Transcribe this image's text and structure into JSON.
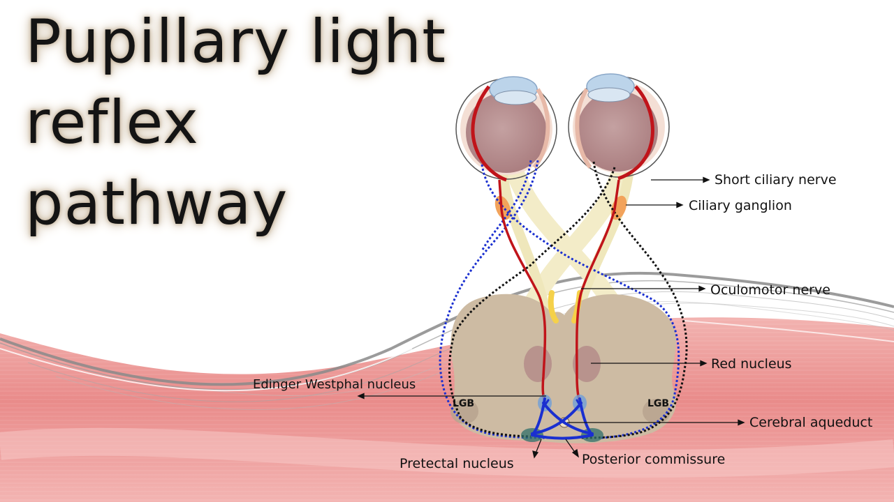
{
  "title": {
    "line1": "Pupillary light",
    "line2": "reflex",
    "line3": "pathway"
  },
  "labels": {
    "short_ciliary_nerve": "Short ciliary nerve",
    "ciliary_ganglion": "Ciliary ganglion",
    "oculomotor_nerve": "Oculomotor nerve",
    "red_nucleus": "Red nucleus",
    "edinger_westphal_nucleus": "Edinger Westphal nucleus",
    "cerebral_aqueduct": "Cerebral aqueduct",
    "pretectal_nucleus": "Pretectal nucleus",
    "posterior_commissure": "Posterior commissure",
    "lgb_left": "LGB",
    "lgb_right": "LGB"
  },
  "colors": {
    "red_pathway": "#c0141a",
    "blue_pathway": "#1a2fd0",
    "black_pathway": "#111111",
    "optic_nerve": "#f3ecc8",
    "midbrain": "#cdbba3",
    "background_wave": "#e98e8e"
  }
}
